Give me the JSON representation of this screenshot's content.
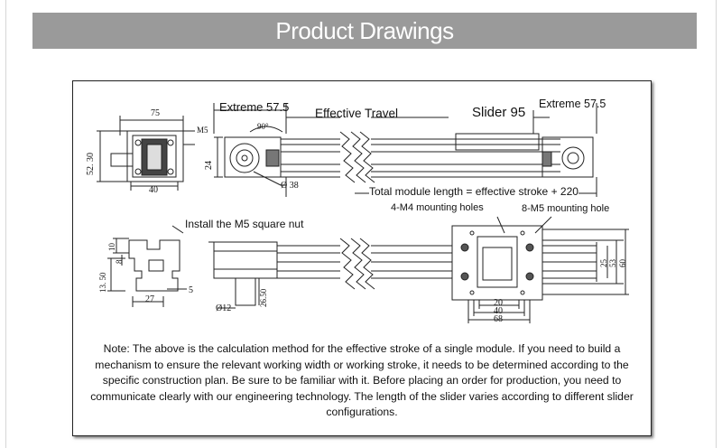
{
  "header": {
    "title": "Product Drawings"
  },
  "drawing": {
    "labels": {
      "extreme_left": "Extreme 57.5",
      "effective_travel": "Effective Travel",
      "slider": "Slider 95",
      "extreme_right": "Extreme 57.5",
      "total_length": "Total module length = effective stroke + 220",
      "nut_note": "Install the M5 square nut",
      "m4_holes": "4-M4 mounting holes",
      "m5_holes": "8-M5 mounting hole"
    },
    "dimensions": {
      "width_75": "75",
      "m5": "M5",
      "height_52_30": "52. 30",
      "width_40": "40",
      "angle_90": "90°",
      "height_24": "24",
      "dia_38": "Ø 38",
      "h_10": "10",
      "h_8": "8",
      "h_13_50": "13. 50",
      "w_27": "27",
      "w_5": "5",
      "dia_12": "Ø12",
      "h_26_50": "26.50",
      "w_20": "20",
      "w_40b": "40",
      "w_68": "68",
      "h_25": "25",
      "h_53": "53",
      "h_60": "60"
    },
    "note": "Note: The above is the calculation method for the effective stroke of a single module. If you need to build a mechanism to ensure the relevant working width or working stroke, it needs to be determined according to the specific construction plan. Be sure to be familiar with it. Before placing an order for production, you need to communicate clearly with our engineering technology. The length of the slider varies according to different slider configurations."
  }
}
